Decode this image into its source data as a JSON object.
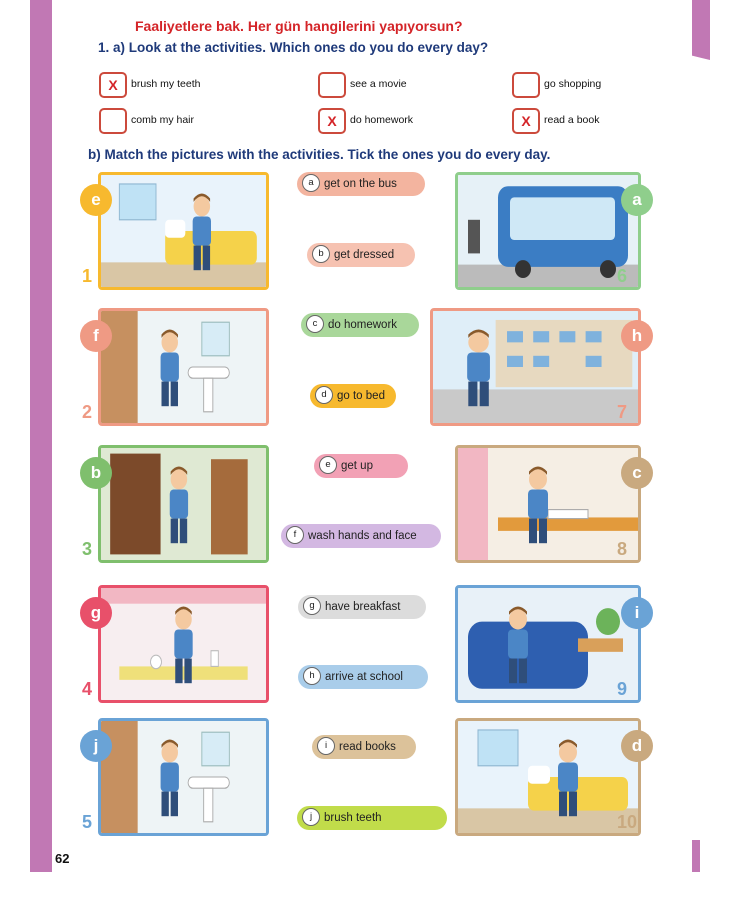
{
  "instruction_tr": "Faaliyetlere bak. Her gün hangilerini yapıyorsun?",
  "part_a": "1. a) Look at the activities. Which ones do you do every day?",
  "part_b": "b) Match the pictures with the activities. Tick the ones you do every day.",
  "checklist": [
    {
      "label": "brush my teeth",
      "mark": "X"
    },
    {
      "label": "see a movie",
      "mark": ""
    },
    {
      "label": "go shopping",
      "mark": ""
    },
    {
      "label": "comb my hair",
      "mark": ""
    },
    {
      "label": "do homework",
      "mark": "X"
    },
    {
      "label": "read a book",
      "mark": "X"
    }
  ],
  "activities": [
    {
      "letter": "a",
      "text": "get on the bus",
      "color": "#f3b49f"
    },
    {
      "letter": "b",
      "text": "get dressed",
      "color": "#f6c2b1"
    },
    {
      "letter": "c",
      "text": "do homework",
      "color": "#a9d79a"
    },
    {
      "letter": "d",
      "text": "go to bed",
      "color": "#f7b92e"
    },
    {
      "letter": "e",
      "text": "get up",
      "color": "#f2a1b5"
    },
    {
      "letter": "f",
      "text": "wash hands and face",
      "color": "#d3b8e2"
    },
    {
      "letter": "g",
      "text": "have breakfast",
      "color": "#dcdcdc"
    },
    {
      "letter": "h",
      "text": "arrive at school",
      "color": "#a9cdea"
    },
    {
      "letter": "i",
      "text": "read books",
      "color": "#dcc29a"
    },
    {
      "letter": "j",
      "text": "brush teeth",
      "color": "#c1dc4a"
    }
  ],
  "pictures": [
    {
      "number": "1",
      "answer": "e",
      "color": "#f7b92e",
      "scene": "bedroom"
    },
    {
      "number": "2",
      "answer": "f",
      "color": "#ef9a84",
      "scene": "bathroom"
    },
    {
      "number": "3",
      "answer": "b",
      "color": "#7fbf6d",
      "scene": "room"
    },
    {
      "number": "4",
      "answer": "g",
      "color": "#e8506a",
      "scene": "kitchen"
    },
    {
      "number": "5",
      "answer": "j",
      "color": "#6aa3d6",
      "scene": "bathroom"
    },
    {
      "number": "6",
      "answer": "a",
      "color": "#8fce8c",
      "scene": "bus"
    },
    {
      "number": "7",
      "answer": "h",
      "color": "#ef9a84",
      "scene": "school"
    },
    {
      "number": "8",
      "answer": "c",
      "color": "#c9a97f",
      "scene": "desk"
    },
    {
      "number": "9",
      "answer": "i",
      "color": "#6aa3d6",
      "scene": "couch"
    },
    {
      "number": "10",
      "answer": "d",
      "color": "#c9a97f",
      "scene": "bedroom"
    }
  ],
  "page_number": "62",
  "colors": {
    "accent": "#c178b4",
    "heading": "#1f3a7a",
    "red": "#d42428"
  }
}
